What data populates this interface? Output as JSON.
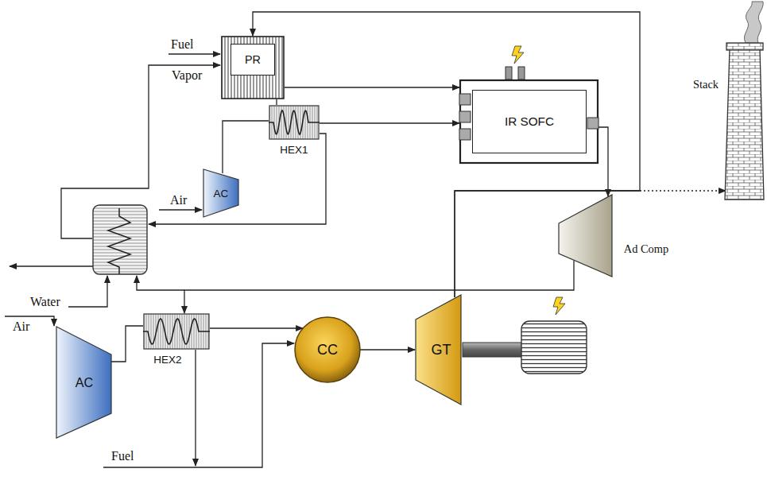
{
  "diagram": {
    "nodes": [
      {
        "text": [
          "PR"
        ]
      },
      {
        "text": [
          "IR SOFC"
        ]
      },
      {
        "text": [
          "AC"
        ]
      },
      {
        "text": [
          "HEX1"
        ]
      },
      {
        "text": [
          "Ad Comp"
        ]
      },
      {
        "text": [
          "AC"
        ]
      },
      {
        "text": [
          "HEX2"
        ]
      },
      {
        "text": [
          "CC"
        ]
      },
      {
        "text": [
          "GT"
        ]
      },
      {
        "text": [
          "Stack"
        ]
      }
    ],
    "edges": [
      {
        "from": 0,
        "to": 1,
        "arrow": "to"
      },
      {
        "from": 3,
        "to": 1,
        "arrow": "to"
      },
      {
        "from": 2,
        "to": 3,
        "arrow": "none"
      },
      {
        "from": 0,
        "to": 3,
        "arrow": "none"
      },
      {
        "from": 1,
        "to": 4,
        "arrow": "to"
      },
      {
        "from": 4,
        "to": 6,
        "arrow": "to"
      },
      {
        "from": 8,
        "to": 9,
        "arrow": "to"
      },
      {
        "from": 8,
        "to": 0,
        "arrow": "to"
      },
      {
        "from": 5,
        "to": 6,
        "arrow": "none"
      },
      {
        "from": 6,
        "to": 7,
        "arrow": "to"
      },
      {
        "from": 7,
        "to": 8,
        "arrow": "to"
      }
    ],
    "labels": [
      "Fuel",
      "Vapor",
      "Air",
      "Water",
      "Air",
      "Fuel"
    ]
  }
}
